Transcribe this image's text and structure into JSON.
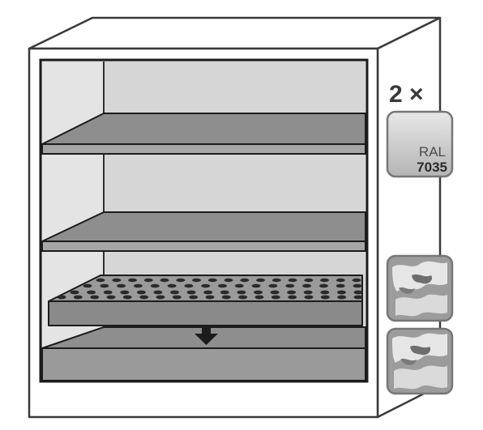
{
  "quantity_label": "2 ×",
  "color_swatch": {
    "line1": "RAL",
    "line2": "7035",
    "color": "#c9c9c9"
  },
  "colors": {
    "cabinet_body": "#ffffff",
    "cabinet_interior": "#d6d6d6",
    "shelf": "#8e8e8e",
    "outline": "#1c1c1c"
  },
  "icons": [
    "arrow-down-icon",
    "marble-texture-icon",
    "marble-texture-icon"
  ]
}
